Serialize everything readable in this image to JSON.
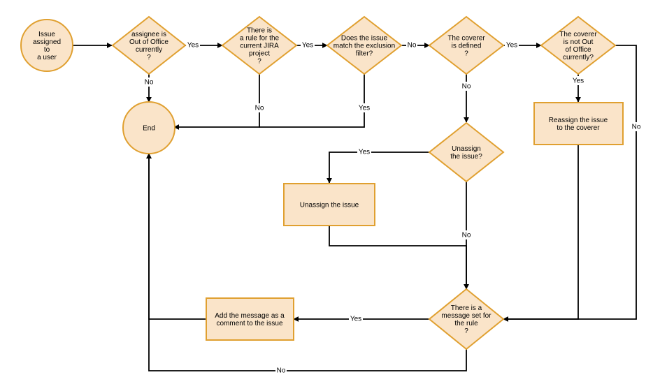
{
  "colors": {
    "node_fill": "#fae4c9",
    "node_stroke": "#e0a030",
    "edge": "#000000",
    "background": "#ffffff"
  },
  "nodes": {
    "start": [
      "Issue",
      "assigned",
      "to",
      "a user"
    ],
    "end": [
      "End"
    ],
    "d_ooo": [
      "assignee is",
      "Out of Office",
      "currently",
      "?"
    ],
    "d_rule": [
      "There is",
      "a rule for the",
      "current JIRA",
      "project",
      "?"
    ],
    "d_filter": [
      "Does the issue",
      "match the exclusion",
      "filter?"
    ],
    "d_coverer": [
      "The coverer",
      "is defined",
      "?"
    ],
    "d_cov_ooo": [
      "The coverer",
      "is not Out",
      "of Office",
      "currently?"
    ],
    "d_unassign": [
      "Unassign",
      "the issue?"
    ],
    "p_reassign": [
      "Reassign the issue",
      "to the coverer"
    ],
    "p_unassign": [
      "Unassign the issue"
    ],
    "d_message": [
      "There is a",
      "message set for",
      "the rule",
      "?"
    ],
    "p_comment": [
      "Add the message as a",
      "comment to the issue"
    ]
  },
  "edges": {
    "ooo_yes": "Yes",
    "ooo_no": "No",
    "rule_yes": "Yes",
    "rule_no": "No",
    "filter_no": "No",
    "filter_yes": "Yes",
    "coverer_yes": "Yes",
    "coverer_no": "No",
    "cov_ooo_yes": "Yes",
    "cov_ooo_no": "No",
    "unassign_yes": "Yes",
    "unassign_no": "No",
    "message_yes": "Yes",
    "message_no": "No"
  }
}
